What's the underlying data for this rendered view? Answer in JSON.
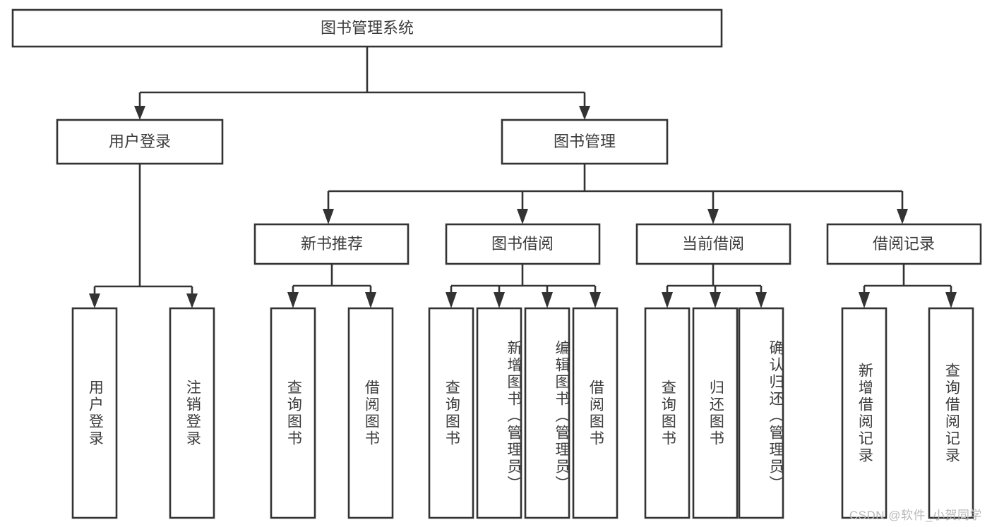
{
  "diagram": {
    "type": "tree-hierarchy",
    "title": "图书管理系统",
    "orientation": "top-down",
    "watermark": "CSDN @软件_小贺同学",
    "colors": {
      "box_fill": "#ffffff",
      "box_stroke": "#333333",
      "text": "#3c3c3c",
      "background": "#ffffff",
      "watermark": "#b9b9b9"
    },
    "root": {
      "label": "图书管理系统"
    },
    "level2": [
      {
        "id": "user-login",
        "label": "用户登录"
      },
      {
        "id": "book-management",
        "label": "图书管理"
      }
    ],
    "level3": [
      {
        "id": "new-book-recommend",
        "label": "新书推荐",
        "parent": "book-management"
      },
      {
        "id": "book-borrow",
        "label": "图书借阅",
        "parent": "book-management"
      },
      {
        "id": "current-borrow",
        "label": "当前借阅",
        "parent": "book-management"
      },
      {
        "id": "borrow-record",
        "label": "借阅记录",
        "parent": "book-management"
      }
    ],
    "leaves": [
      {
        "id": "leaf-user-login",
        "label": "用户登录",
        "parent": "user-login"
      },
      {
        "id": "leaf-user-logout",
        "label": "注销登录",
        "parent": "user-login"
      },
      {
        "id": "leaf-query-book-1",
        "label": "查询图书",
        "parent": "new-book-recommend"
      },
      {
        "id": "leaf-borrow-book-1",
        "label": "借阅图书",
        "parent": "new-book-recommend"
      },
      {
        "id": "leaf-query-book-2",
        "label": "查询图书",
        "parent": "book-borrow"
      },
      {
        "id": "leaf-add-book",
        "label": "新增图书（管理员）",
        "parent": "book-borrow"
      },
      {
        "id": "leaf-edit-book",
        "label": "编辑图书（管理员）",
        "parent": "book-borrow"
      },
      {
        "id": "leaf-borrow-book-2",
        "label": "借阅图书",
        "parent": "book-borrow"
      },
      {
        "id": "leaf-query-book-3",
        "label": "查询图书",
        "parent": "current-borrow"
      },
      {
        "id": "leaf-return-book",
        "label": "归还图书",
        "parent": "current-borrow"
      },
      {
        "id": "leaf-confirm-return",
        "label": "确认归还（管理员）",
        "parent": "current-borrow"
      },
      {
        "id": "leaf-add-record",
        "label": "新增借阅记录",
        "parent": "borrow-record"
      },
      {
        "id": "leaf-query-record",
        "label": "查询借阅记录",
        "parent": "borrow-record"
      }
    ]
  }
}
